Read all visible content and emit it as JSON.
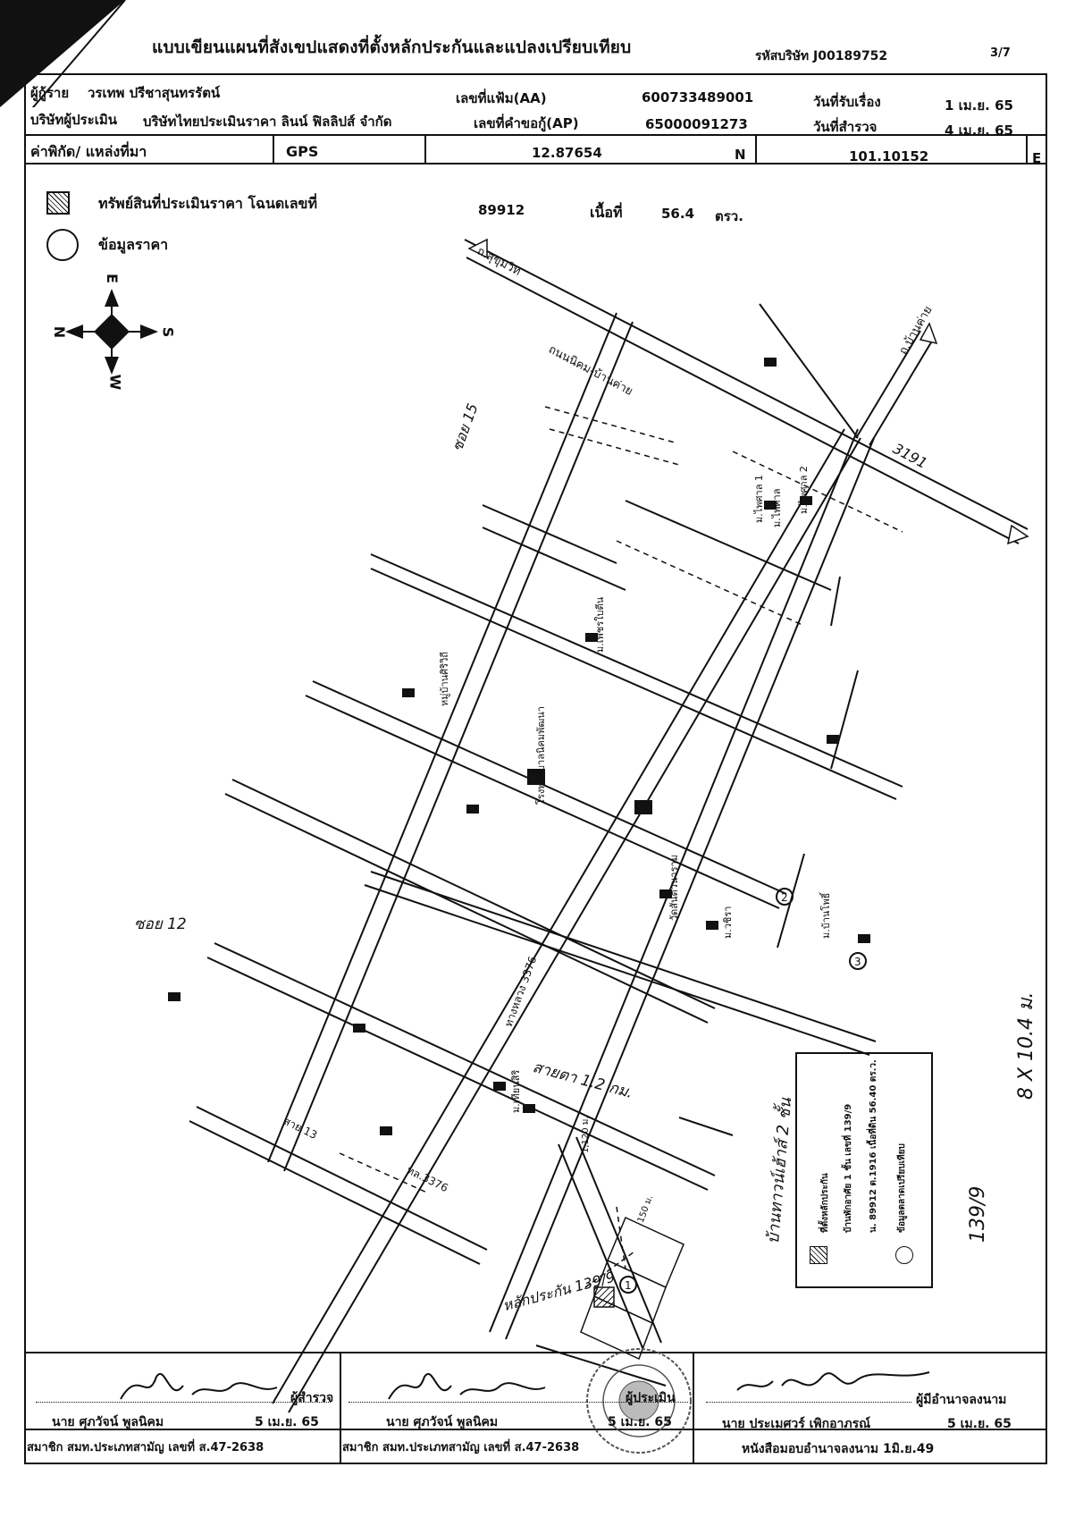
{
  "header": {
    "title": "แบบเขียนแผนที่สังเขปแสดงที่ตั้งหลักประกันและแปลงเปรียบเทียบ",
    "company_code": "รหัสบริษัท J00189752",
    "page": "3/7"
  },
  "info": {
    "borrower_label": "ผู้กู้ราย",
    "borrower_name": "วรเทพ ปรีชาสุนทรรัตน์",
    "file_label": "เลขที่แฟ้ม(AA)",
    "file_no": "600733489001",
    "received_label": "วันที่รับเรื่อง",
    "received_date": "1 เม.ย. 65",
    "appraiser_label": "บริษัทผู้ประเมิน",
    "appraiser_name": "บริษัทไทยประเมินราคา ลินน์ ฟิลลิปส์ จำกัด",
    "loan_label": "เลขที่คำขอกู้(AP)",
    "loan_no": "65000091273",
    "survey_label": "วันที่สำรวจ",
    "survey_date": "4 เม.ย. 65",
    "coord_label": "ค่าพิกัด/ แหล่งที่มา",
    "coord_source": "GPS",
    "lat": "12.87654",
    "lat_dir": "N",
    "lon": "101.10152",
    "lon_dir": "E"
  },
  "legend": {
    "asset_label": "ทรัพย์สินที่ประเมินราคา โฉนดเลขที่",
    "deed_no": "89912",
    "area_label": "เนื้อที่",
    "area_value": "56.4",
    "area_unit": "ตรว.",
    "price_label": "ข้อมูลราคา"
  },
  "compass": {
    "top": "E",
    "left": "N",
    "right": "S",
    "bottom": "W"
  },
  "map": {
    "labels": [
      "ถ.สุขุมวิท",
      "ถนนนิคม-บ้านค่าย",
      "ถ.บ้านค่าย",
      "ซอย 12",
      "สาย 13",
      "ซอย 15",
      "3191",
      "ทางหลวง 3376",
      "ทล.3376",
      "ม.เพชรใบตีน",
      "ม.ไพศาล",
      "ม.ไพศาล 2",
      "ม.ไพศาล 1",
      "ม.บ้านโพธิ์",
      "ม.เทียนสิริ",
      "ม.วชิรา",
      "โรงพยาบาลนิคมพัฒนา",
      "วัดสันติวนาราม",
      "หมู่บ้านศิริวิถี",
      "1,120 ม.",
      "150 ม.",
      "สายตา 1.2 กม.",
      "หลักประกัน 139/9",
      "บ้านทาวน์เฮ้าส์ 2 ชั้น",
      "139/9",
      "8 X 10.4 ม."
    ],
    "inset": {
      "line1": "ที่ตั้งหลักประกัน",
      "line2": "บ้านพักอาศัย 1 ชั้น เลขที่ 139/9",
      "line3": "น. 89912 ต.1916 เนื้อที่ดิน 56.40 ตร.ว.",
      "line4": "ข้อมูลตลาดเปรียบเทียบ"
    }
  },
  "footer": {
    "role1": "ผู้สำรวจ",
    "name1": "นาย ศุภวัจน์ พูลนิคม",
    "date1": "5 เม.ย. 65",
    "member1": "สมาชิก สมท.ประเภทสามัญ เลขที่ ส.47-2638",
    "role2": "ผู้ประเมิน",
    "name2": "นาย ศุภวัจน์ พูลนิคม",
    "date2": "5 เม.ย. 65",
    "member2": "สมาชิก สมท.ประเภทสามัญ เลขที่ ส.47-2638",
    "role3": "ผู้มีอำนาจลงนาม",
    "name3": "นาย ประเมศวร์ เพิกอาภรณ์",
    "date3": "5 เม.ย. 65",
    "authority": "หนังสือมอบอำนาจลงนาม 1มิ.ย.49"
  }
}
